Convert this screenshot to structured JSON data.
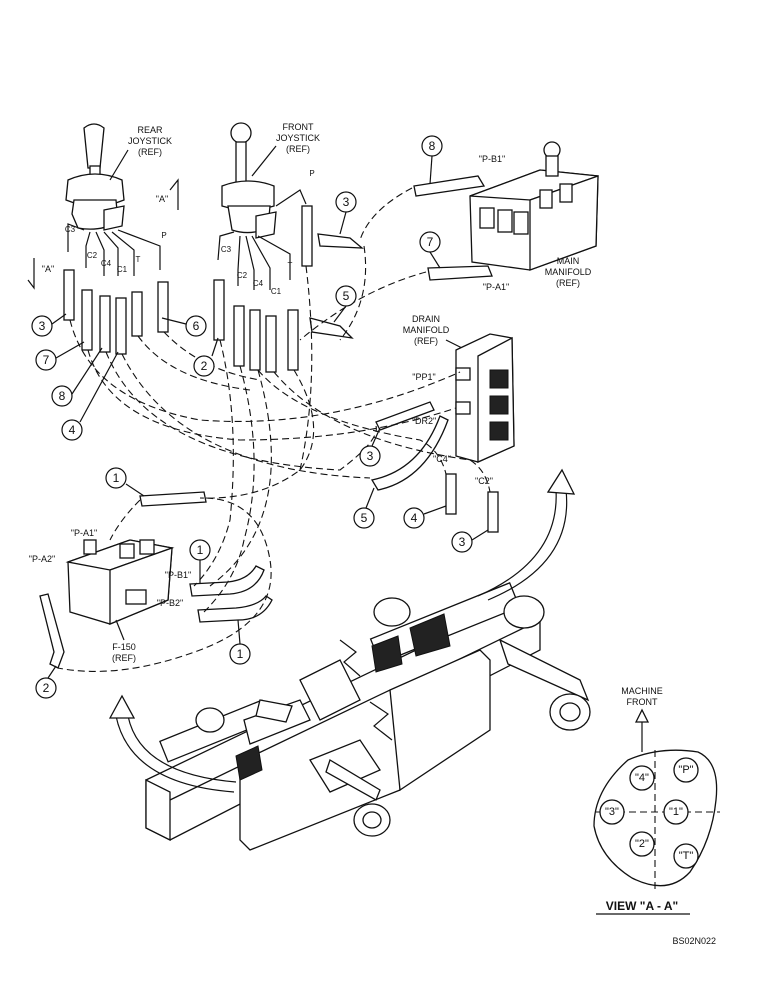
{
  "labels": {
    "rear_joystick": [
      "REAR",
      "JOYSTICK",
      "(REF)"
    ],
    "front_joystick": [
      "FRONT",
      "JOYSTICK",
      "(REF)"
    ],
    "main_manifold": [
      "MAIN",
      "MANIFOLD",
      "(REF)"
    ],
    "drain_manifold": [
      "DRAIN",
      "MANIFOLD",
      "(REF)"
    ],
    "f150": [
      "F-150",
      "(REF)"
    ],
    "machine_front": [
      "MACHINE",
      "FRONT"
    ],
    "view_a_left": "\"A\"",
    "view_a_right": "\"A\"",
    "view_title": "VIEW \"A - A\"",
    "drawing_code": "BS02N022"
  },
  "rear_ports": [
    "C3",
    "C2",
    "C4",
    "C1",
    "T",
    "P"
  ],
  "front_ports": [
    "C3",
    "C2",
    "C4",
    "C1",
    "T",
    "P"
  ],
  "fittings": {
    "main_pb1": "\"P-B1\"",
    "main_pa1": "\"P-A1\"",
    "drain_pp1": "\"PP1\"",
    "drain_dr2": "\"DR2\"",
    "drain_c4": "\"C4\"",
    "drain_c2": "\"C2\"",
    "f150_pa1": "\"P-A1\"",
    "f150_pa2": "\"P-A2\"",
    "f150_pb1": "\"P-B1\"",
    "f150_pb2": "\"P-B2\""
  },
  "callouts": {
    "c8_top": "8",
    "c3_top": "3",
    "c7_right": "7",
    "c5_right": "5",
    "c3_left": "3",
    "c7_left": "7",
    "c8_left": "8",
    "c4_left": "4",
    "c6_left": "6",
    "c2_mid": "2",
    "c3_drain": "3",
    "c5_drain": "5",
    "c4_drain": "4",
    "c3_drain_b": "3",
    "c1_top": "1",
    "c1_mid": "1",
    "c1_bot": "1",
    "c2_bot": "2"
  },
  "view_ports": {
    "p4": "\"4\"",
    "pP": "\"P\"",
    "p3": "\"3\"",
    "p1": "\"1\"",
    "p2": "\"2\"",
    "pT": "\"T\""
  }
}
